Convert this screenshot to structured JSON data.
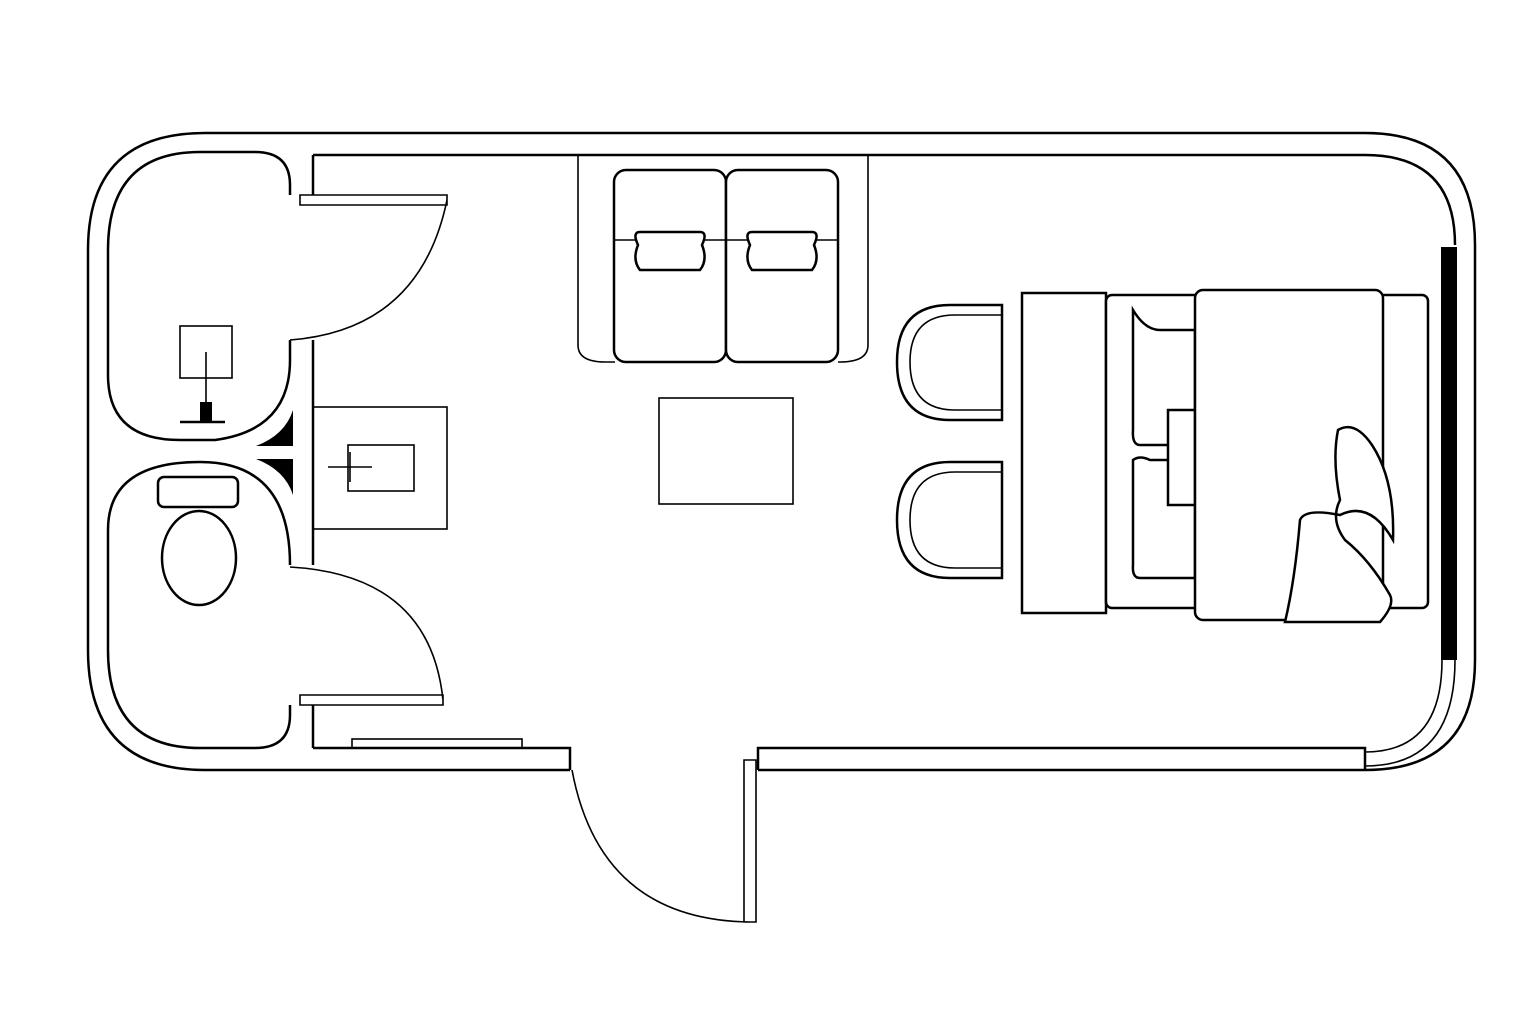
{
  "colors": {
    "stroke": "#000000",
    "background": "#ffffff"
  },
  "plan": {
    "rooms": [
      "shower",
      "toilet",
      "living-area",
      "bedroom"
    ],
    "furniture": [
      "sofa",
      "coffee-table",
      "chairs",
      "double-bed",
      "washbasin",
      "toilet-bowl",
      "shower-head"
    ]
  }
}
